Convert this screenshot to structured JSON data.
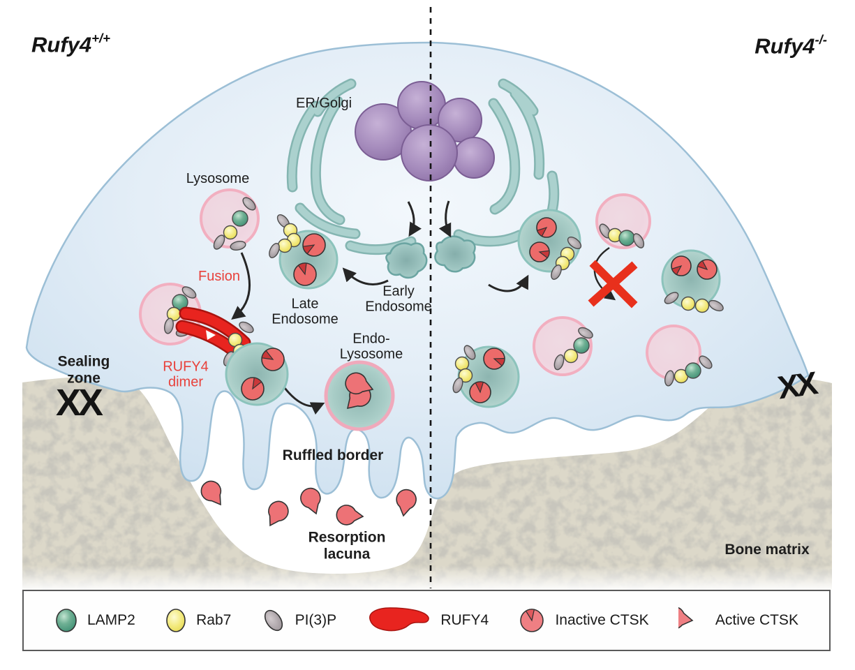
{
  "panels": {
    "left": {
      "genotype_base": "Rufy4",
      "genotype_sup": "+/+"
    },
    "right": {
      "genotype_base": "Rufy4",
      "genotype_sup": "-/-"
    }
  },
  "labels": {
    "er_golgi": "ER/Golgi",
    "lysosome": "Lysosome",
    "fusion": "Fusion",
    "late_endosome": "Late\nEndosome",
    "early_endosome": "Early\nEndosome",
    "endo_lysosome": "Endo-\nLysosome",
    "rufy4_dimer": "RUFY4\ndimer",
    "sealing_zone": "Sealing\nzone",
    "actin_ring_left": "XX",
    "actin_ring_right": "XX",
    "ruffled_border": "Ruffled border",
    "resorption_lacuna": "Resorption\nlacuna",
    "bone_matrix": "Bone matrix"
  },
  "legend": {
    "items": [
      {
        "id": "lamp2",
        "label": "LAMP2"
      },
      {
        "id": "rab7",
        "label": "Rab7"
      },
      {
        "id": "pi3p",
        "label": "PI(3)P"
      },
      {
        "id": "rufy4",
        "label": "RUFY4"
      },
      {
        "id": "inactive_ctsk",
        "label": "Inactive CTSK"
      },
      {
        "id": "active_ctsk",
        "label": "Active CTSK"
      }
    ]
  },
  "colors": {
    "cell_fill": "#dce9f4",
    "cell_stroke": "#9cbfd6",
    "er_golgi": "#a9d0cd",
    "nucleus": "#a58bbc",
    "lysosome_border": "#f2afc0",
    "endosome_border": "#8cc3bc",
    "lamp2_green": "#4f9e82",
    "rab7_yellow": "#efe468",
    "pi3p_gray": "#b1a9ad",
    "rufy4_red": "#e8241f",
    "ctsk_red": "#ec6b6a",
    "ctsk_wedge": "#c9383a",
    "ctsk_active": "#ed7276",
    "blocked_x_red": "#e8301c",
    "bone": "#dcd8c9",
    "label_red": "#e8413b",
    "text": "#1d1d1d"
  }
}
